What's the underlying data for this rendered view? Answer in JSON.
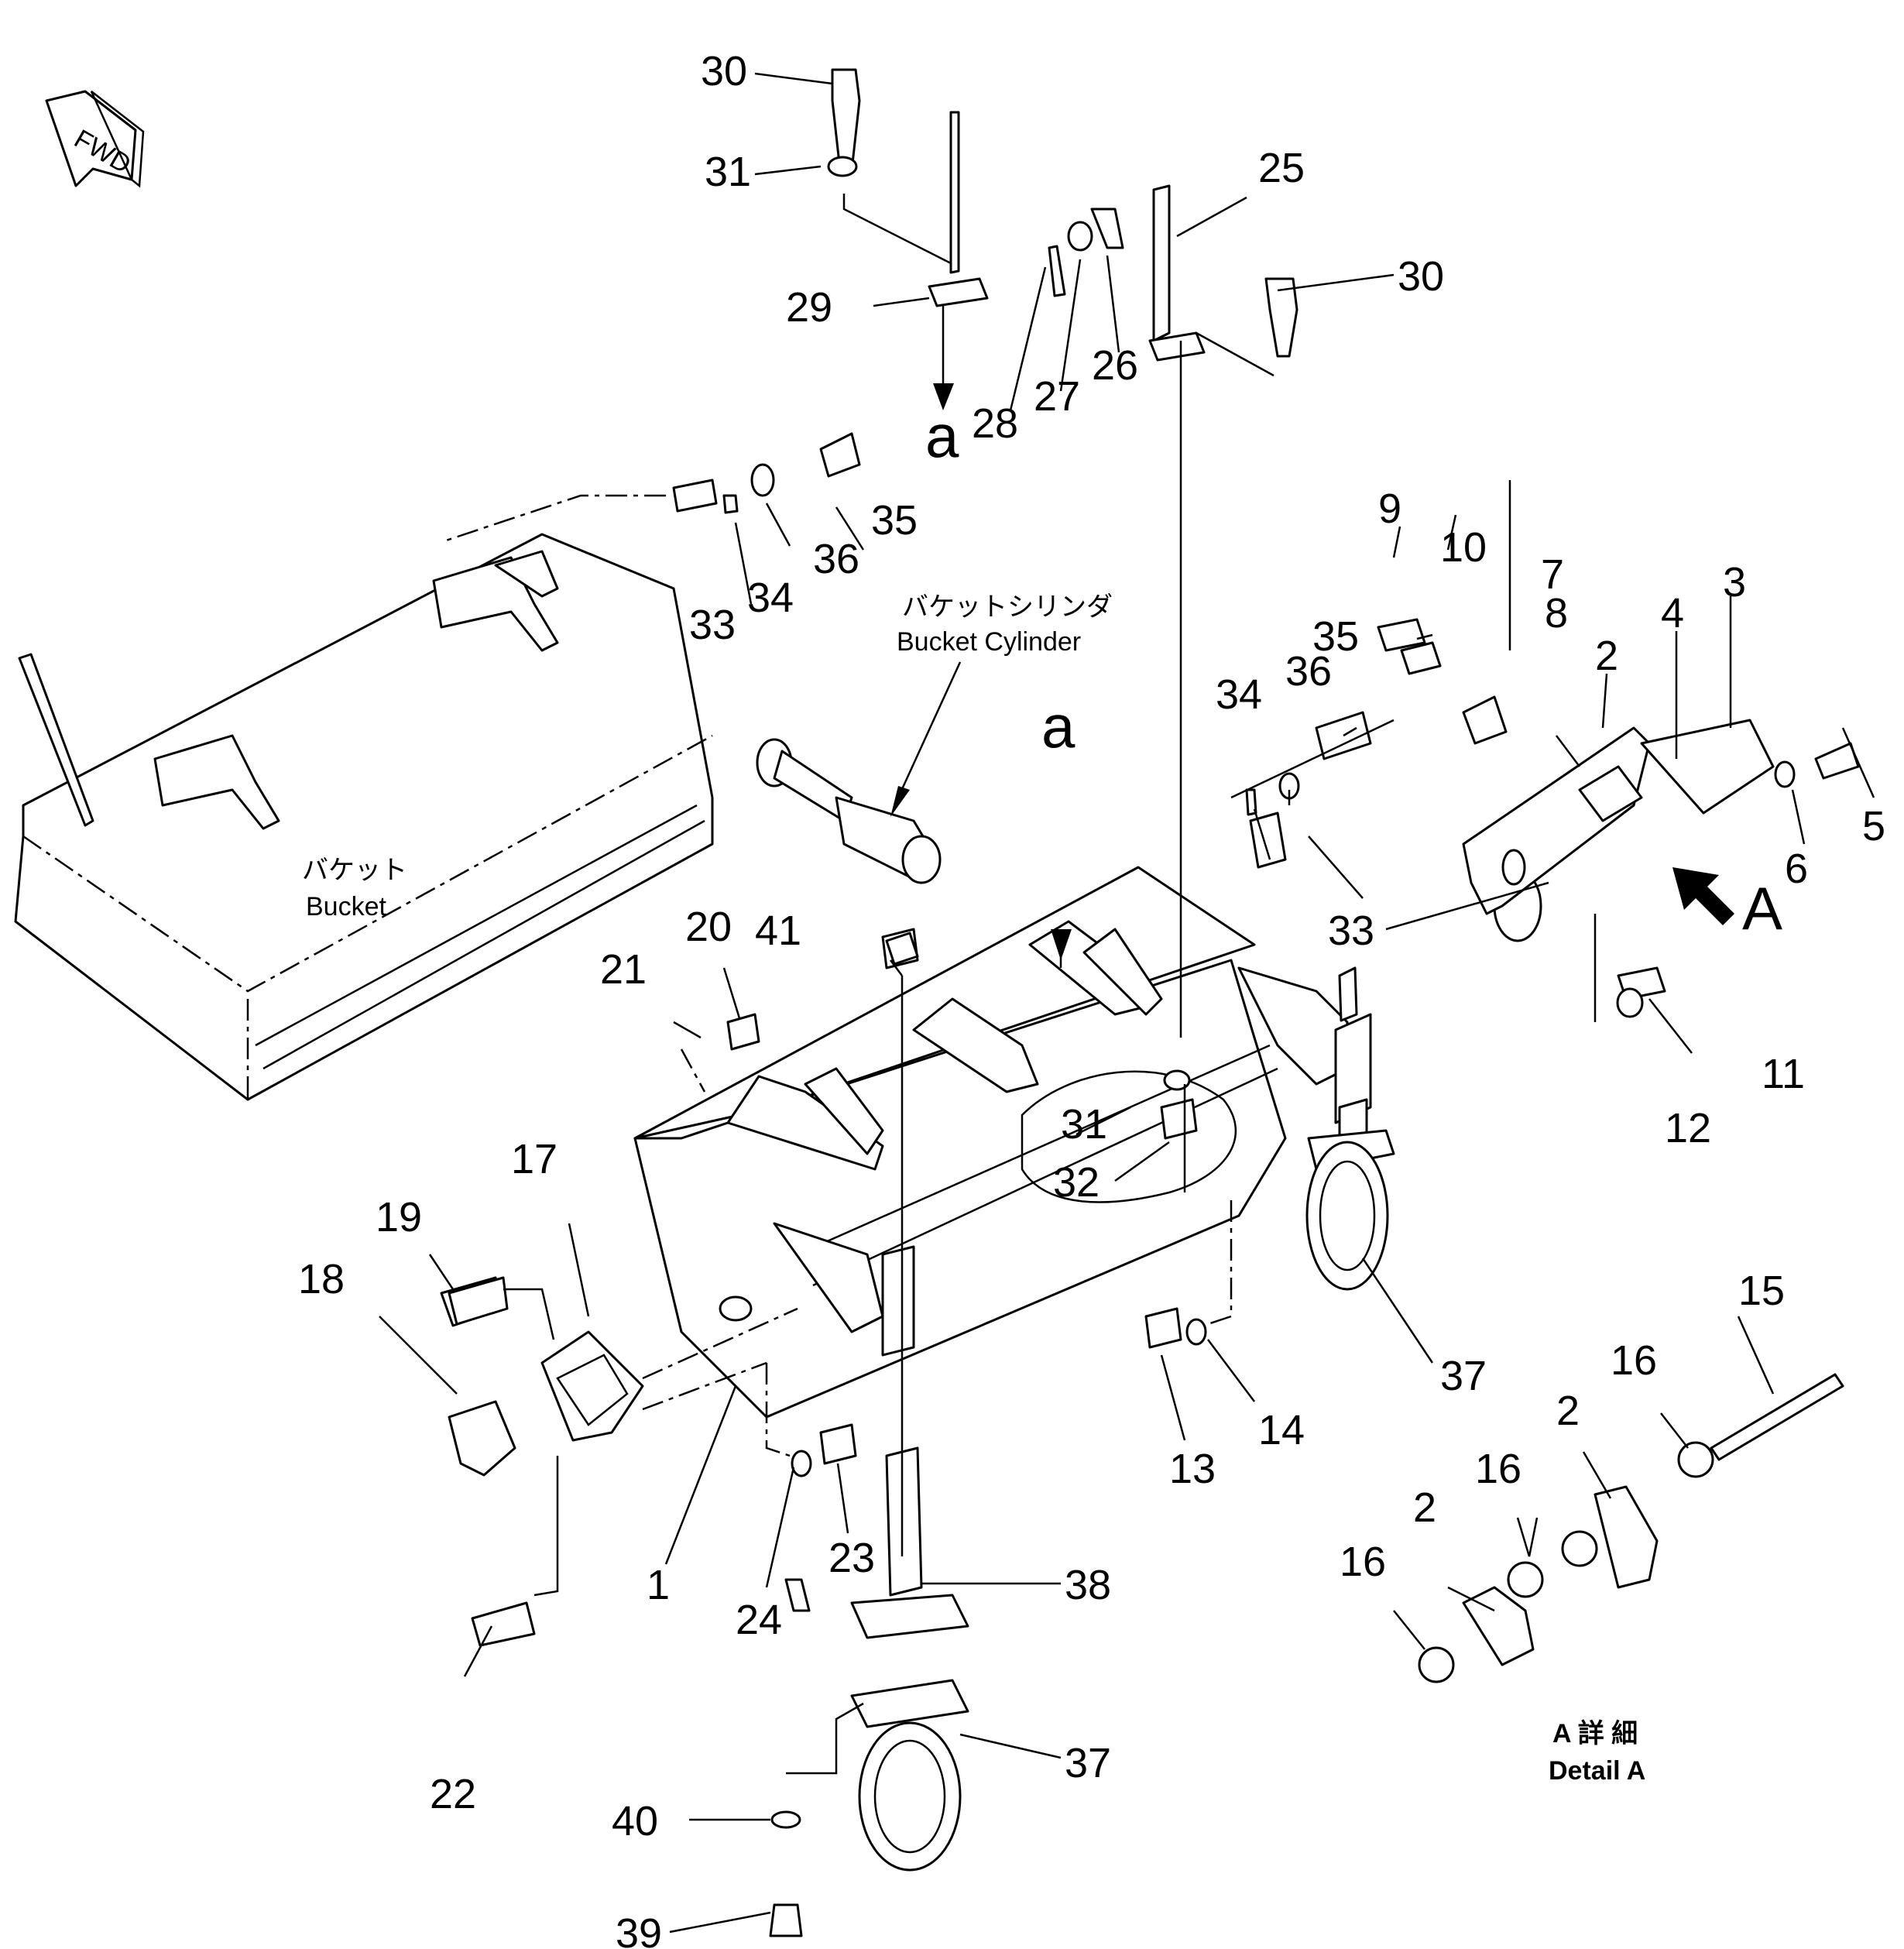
{
  "fwd_label": "FWD",
  "texts": {
    "bucket_cylinder_jp": "バケットシリンダ",
    "bucket_cylinder_en": "Bucket Cylinder",
    "bucket_jp": "バケット",
    "bucket_en": "Bucket",
    "detail_jp": "A 詳 細",
    "detail_en": "Detail A",
    "view_a": "A",
    "ref_a_top": "a",
    "ref_a_mid": "a"
  },
  "callouts": [
    "30",
    "31",
    "29",
    "28",
    "27",
    "26",
    "25",
    "30",
    "35",
    "36",
    "34",
    "33",
    "9",
    "10",
    "7",
    "8",
    "35",
    "36",
    "34",
    "2",
    "4",
    "3",
    "5",
    "6",
    "33",
    "11",
    "12",
    "41",
    "20",
    "21",
    "31",
    "32",
    "17",
    "19",
    "18",
    "22",
    "1",
    "24",
    "23",
    "38",
    "37",
    "37",
    "40",
    "39",
    "13",
    "14",
    "15",
    "16",
    "2",
    "16",
    "2",
    "16"
  ]
}
